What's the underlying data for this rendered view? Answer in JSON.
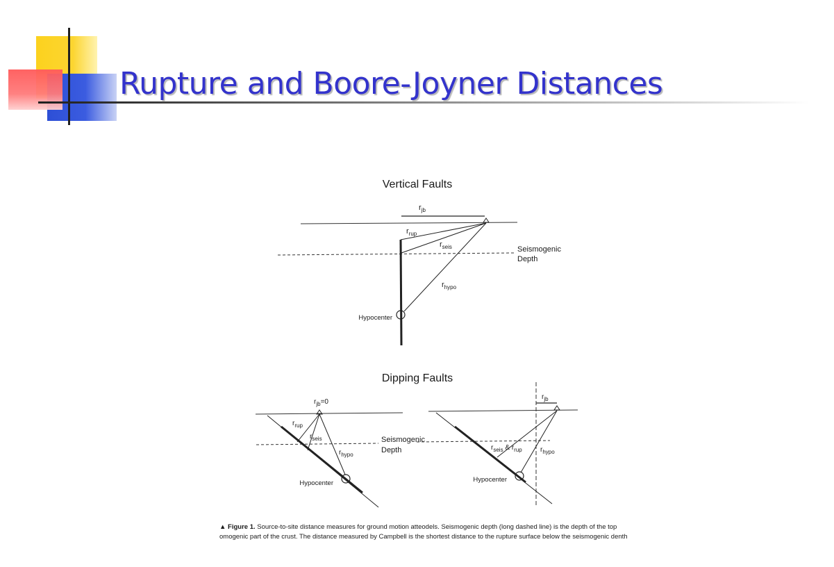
{
  "slide": {
    "title": "Rupture and Boore-Joyner Distances"
  },
  "figure": {
    "vertical": {
      "title": "Vertical Faults",
      "labels": {
        "rjb": {
          "main": "r",
          "sub": "jb"
        },
        "rrup": {
          "main": "r",
          "sub": "rup"
        },
        "rseis": {
          "main": "r",
          "sub": "seis"
        },
        "rhypo": {
          "main": "r",
          "sub": "hypo"
        },
        "seismogenic_line1": "Seismogenic",
        "seismogenic_line2": "Depth",
        "hypocenter": "Hypocenter"
      }
    },
    "dipping": {
      "title": "Dipping Faults",
      "left": {
        "rjb": {
          "main": "r",
          "sub": "jb",
          "suffix": "=0"
        },
        "rrup": {
          "main": "r",
          "sub": "rup"
        },
        "rseis": {
          "main": "r",
          "sub": "seis"
        },
        "rhypo": {
          "main": "r",
          "sub": "hypo"
        },
        "seismogenic_line1": "Seismogenic",
        "seismogenic_line2": "Depth",
        "hypocenter": "Hypocenter"
      },
      "right": {
        "rjb": {
          "main": "r",
          "sub": "jb"
        },
        "rseis_rup": {
          "main1": "r",
          "sub1": "seis",
          "amp": " & ",
          "main2": "r",
          "sub2": "rup"
        },
        "rhypo": {
          "main": "r",
          "sub": "hypo"
        },
        "hypocenter": "Hypocenter"
      }
    },
    "caption": {
      "marker": "▲",
      "label": "Figure 1.",
      "line1": "Source-to-site distance measures for ground motion atteodels. Seismogenic depth (long dashed line) is the depth of the top",
      "line2": "omogenic part of the crust. The distance measured by Campbell is the shortest distance to the rupture surface below the seismogenic denth"
    }
  }
}
